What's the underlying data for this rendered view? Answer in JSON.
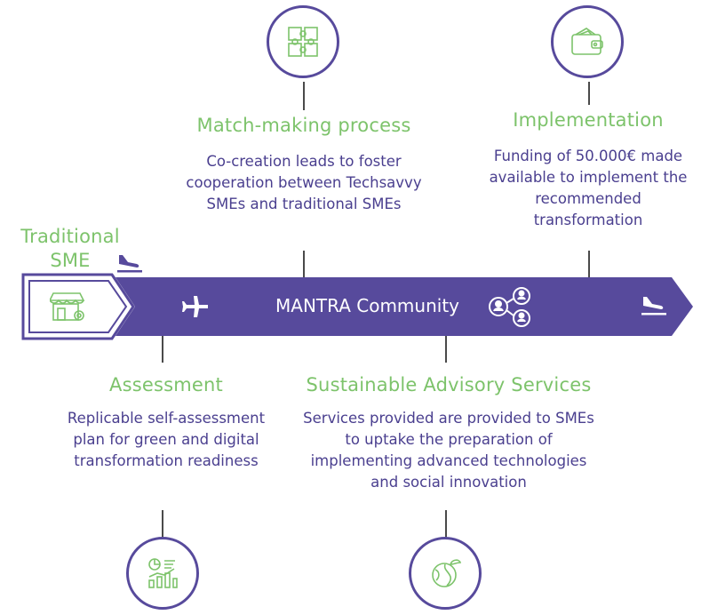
{
  "start": {
    "label": "Traditional\nSME"
  },
  "band": {
    "label": "MANTRA Community"
  },
  "stages": {
    "match": {
      "title": "Match-making process",
      "text": "Co-creation leads to foster cooperation between Techsavvy SMEs and traditional SMEs"
    },
    "implementation": {
      "title": "Implementation",
      "text": "Funding of 50.000€ made available to implement the recommended transformation"
    },
    "assessment": {
      "title": "Assessment",
      "text": "Replicable self-assessment plan for green and digital transformation readiness"
    },
    "advisory": {
      "title": "Sustainable Advisory Services",
      "text": "Services provided are provided to SMEs to uptake the preparation of implementing advanced technologies and social innovation"
    }
  },
  "icons": {
    "match": "puzzle-icon",
    "implementation": "wallet-icon",
    "assessment": "analytics-icon",
    "advisory": "eco-globe-icon",
    "start": "store-icon",
    "band": "network-icon"
  },
  "colors": {
    "band": "#574a9c",
    "green": "#7dc36b",
    "text": "#4a3f8f"
  }
}
